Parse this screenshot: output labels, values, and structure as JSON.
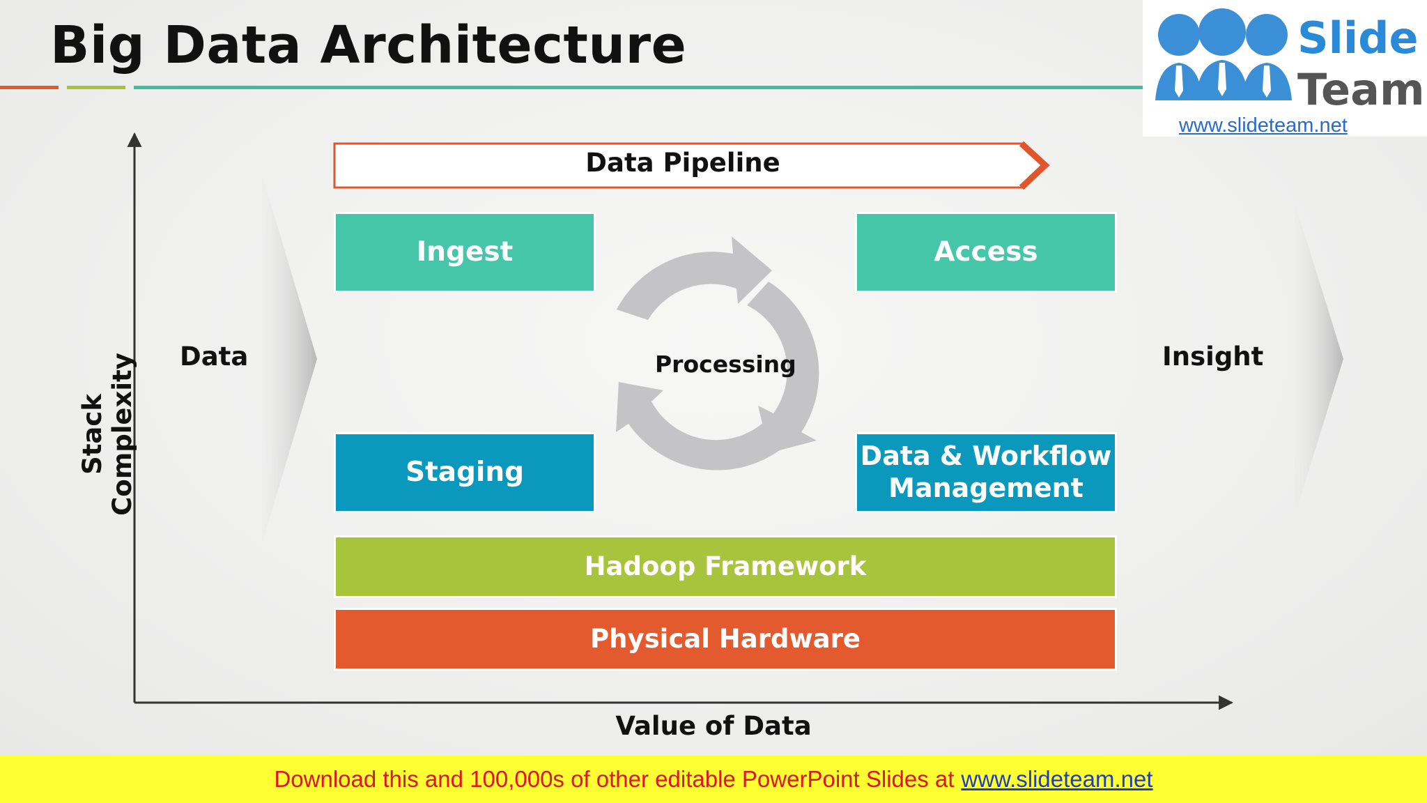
{
  "title": "Big Data Architecture",
  "logo": {
    "line1": "Slide",
    "line2": "Team",
    "url": "www.slideteam.net"
  },
  "diagram": {
    "pipeline_label": "Data Pipeline",
    "y_axis_label": "Stack Complexity",
    "x_axis_label": "Value of Data",
    "left_label": "Data",
    "right_label": "Insight",
    "center_label": "Processing",
    "boxes": {
      "ingest": "Ingest",
      "access": "Access",
      "staging": "Staging",
      "workflow_line1": "Data & Workflow",
      "workflow_line2": "Management",
      "hadoop": "Hadoop Framework",
      "hardware": "Physical Hardware"
    },
    "colors": {
      "teal": "#46c6a8",
      "blue": "#0b98bd",
      "green": "#a8c43c",
      "orange": "#e35a2e",
      "cycle_gray": "#c4c4c6"
    }
  },
  "footer": {
    "text": "Download this and 100,000s of other editable PowerPoint Slides at",
    "url": "www.slideteam.net"
  }
}
